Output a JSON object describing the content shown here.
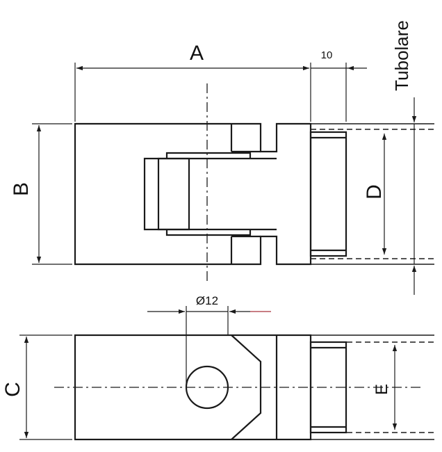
{
  "labels": {
    "A": "A",
    "B": "B",
    "C": "C",
    "D": "D",
    "E": "E",
    "ten": "10",
    "diameter": "Ø12",
    "tubolare": "Tubolare"
  },
  "colors": {
    "line": "#1a1a1a",
    "background": "#ffffff",
    "accent_red": "#a8323a"
  }
}
